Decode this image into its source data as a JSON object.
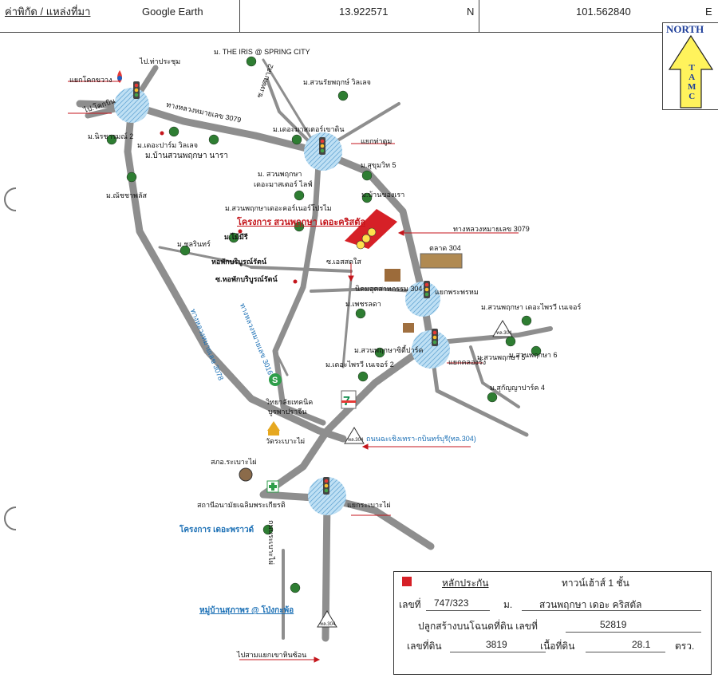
{
  "header": {
    "coord_label": "ค่าพิกัด / แหล่งที่มา",
    "source": "Google Earth",
    "latitude": "13.922571",
    "lat_dir": "N",
    "longitude": "101.562840",
    "lon_dir": "E"
  },
  "north_arrow": {
    "label": "NORTH",
    "letters": [
      "T",
      "A",
      "M",
      "C"
    ]
  },
  "map_labels": {
    "ms_iris": "ม. THE IRIS @ SPRING CITY",
    "ms_suanruen": "ม.สวนรัยพฤกษ์ วิลเลจ",
    "soi_tesaban": "ซ.เทศบาล2",
    "to_thaprachum": "ไป.ท่าประชุม",
    "yaek_khokkhwang": "แยกโคกขวาง",
    "to_khokbin": "ไป.โคกบิน",
    "road_3079_top": "ทางหลวงหมายเลข 3079",
    "ms_mastersdin": "ม.เดอะมาสเตอร์เขาดิน",
    "yaek_thatoom": "แยกท่าตูม",
    "ms_nirachan": "ม.นิรชารมณ์ 2",
    "ms_theparm": "ม.เดอะปาร์ม วิลเลจ",
    "ms_suanpruksa_nara": "ม.บ้านสวนพฤกษา นารา",
    "ms_sukhumvit5": "ม.สุขุมวิท 5",
    "ms_chaiyaphat": "ม.ณัชชาพลัส",
    "ms_suanpruksa_master1": "ม. สวนพฤกษา",
    "ms_suanpruksa_master2": "เดอะมาสเตอร์ ไลฟ์",
    "ms_bankhongrao": "ม.บ้านของเรา",
    "ms_corner": "ม.สวนพฤกษาเดอะคอร์เนอร์โปรไม",
    "project_title": "โครงการ สวนพฤกษา เดอะคริสตัล",
    "road_3079_right": "ทางหลวงหมายเลข 3079",
    "talad_304": "ตลาด 304",
    "ms_maimee": "ม.ไม้มีรี",
    "ms_chonrin": "ม.ชลรินทร์",
    "dorm1": "หอพักบริบูรณ์รัตน์",
    "dorm2": "ซ.หอพักบริบูรณ์รัตน์",
    "soi_sd": "ซ.เอสสดใส",
    "industrial": "นิคมอุตสาหกรรม 304",
    "yaek_phrakhnom": "แยกพระพรหม",
    "ms_phetchalada": "ม.เพชรลดา",
    "ms_theforest": "ม.สวนพฤกษา เดอะไพรวี เนเจอร์",
    "hw3078": "ทางหลวงหมายเลข 3078",
    "hw3016": "ทางหลวงหมายเลข 3016",
    "ms_suanpruksa_city": "ม.สวนพฤกษาซิตี้ปาร์ค",
    "ms_suanpruksa5": "ม.สวนพฤกษา 5",
    "ms_suanpruksa6": "ม.สวนพฤกษา 6",
    "ms_forest2": "ม.เดอะไพรวี เนเจอร์ 2",
    "yaek_khlongrang": "แยกคลองรั้ง",
    "ms_sukanya": "ม.สุกัญญาปาร์ค 4",
    "college1": "วิทยาลัยเทคนิค",
    "college2": "บูรพาปราจีน",
    "wat": "วัดระเบาะไผ่",
    "road_304": "ถนนฉะเชิงเทรา-กบินทร์บุรี(ทล.304)",
    "sakhon": "สภอ.ระเบาะไผ่",
    "hospital": "สถานีอนามัยเฉลิมพระเกียรติ",
    "yaek_rabopai": "แยกระเบาะไผ่",
    "project_deprawa": "โครงการ เดอะพราวด์",
    "soi_south": "ถนนระเบาะไผ่",
    "village_supaporn": "หมู่บ้านสุภาพร @ โป่งกะพ้อ",
    "to_khaohinson": "ไปสามแยกเขาหินซ้อน",
    "shield_304": "ทล.304"
  },
  "info_box": {
    "legend": "หลักประกัน",
    "type": "ทาวน์เฮ้าส์ 1 ชั้น",
    "number_label": "เลขที่",
    "number_value": "747/323",
    "mu_label": "ม.",
    "village_value": "สวนพฤกษา เดอะ คริสตัล",
    "deed_label": "ปลูกสร้างบนโฉนดที่ดิน เลขที่",
    "deed_value": "52819",
    "land_no_label": "เลขที่ดิน",
    "land_no_value": "3819",
    "area_label": "เนื้อที่ดิน",
    "area_value": "28.1",
    "area_unit": "ตรว."
  },
  "colors": {
    "road": "#8e8e8e",
    "circle": "#bfe0f4",
    "project_red": "#d62027",
    "label_blue": "#1a6fb5",
    "north_yellow": "#fff35c",
    "north_blue": "#1f3f9a"
  }
}
